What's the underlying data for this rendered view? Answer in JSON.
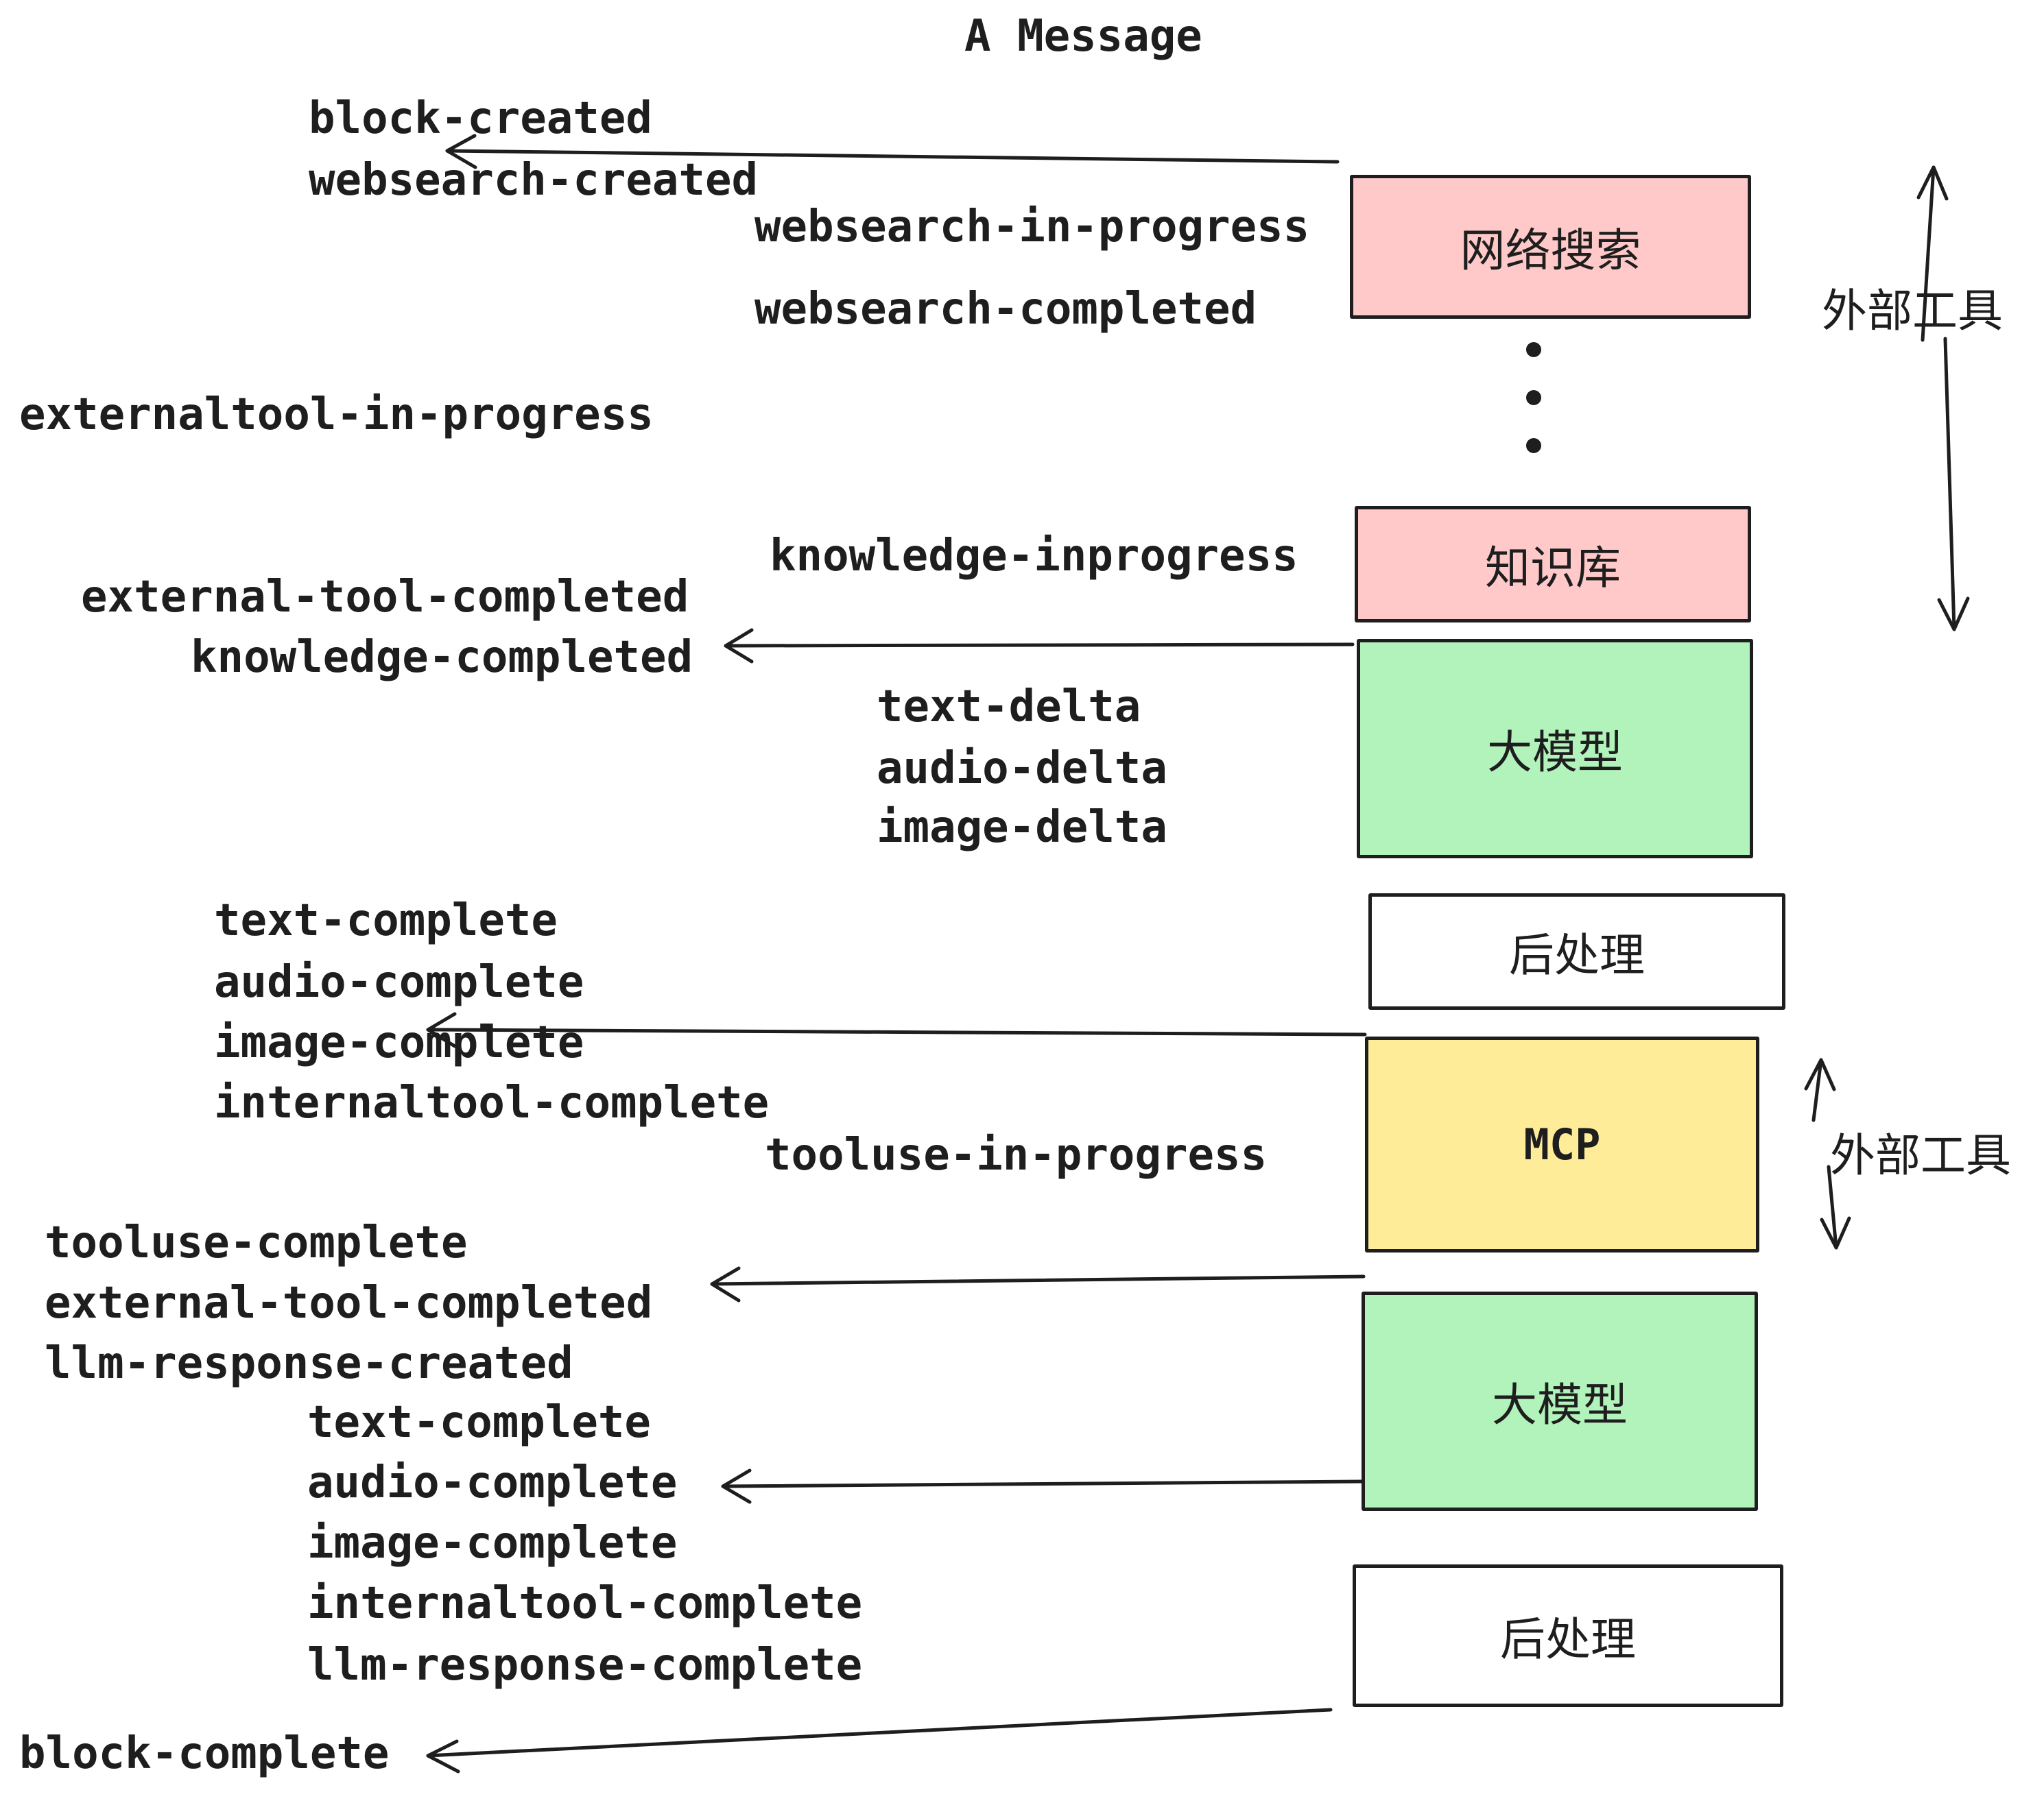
{
  "title": "A Message",
  "event_labels": {
    "block_created": "block-created",
    "websearch_created": "websearch-created",
    "websearch_in_progress": "websearch-in-progress",
    "websearch_completed": "websearch-completed",
    "externaltool_in_progress": "externaltool-in-progress",
    "knowledge_inprogress": "knowledge-inprogress",
    "external_tool_completed_1": "external-tool-completed",
    "knowledge_completed": "knowledge-completed",
    "text_delta_1": "text-delta",
    "audio_delta_1": "audio-delta",
    "image_delta_1": "image-delta",
    "text_complete_1": "text-complete",
    "audio_complete_1": "audio-complete",
    "image_complete_1": "image-complete",
    "internaltool_complete_1": "internaltool-complete",
    "tooluse_in_progress": "tooluse-in-progress",
    "tooluse_complete": "tooluse-complete",
    "external_tool_completed_2": "external-tool-completed",
    "llm_response_created": "llm-response-created",
    "text_complete_2": "text-complete",
    "audio_complete_2": "audio-complete",
    "image_complete_2": "image-complete",
    "internaltool_complete_2": "internaltool-complete",
    "llm_response_complete": "llm-response-complete",
    "block_complete": "block-complete"
  },
  "nodes": {
    "web_search": "网络搜索",
    "knowledge_base": "知识库",
    "llm_1": "大模型",
    "post_process_1": "后处理",
    "mcp": "MCP",
    "llm_2": "大模型",
    "post_process_2": "后处理"
  },
  "side_labels": {
    "external_tools_top": "外部工具",
    "external_tools_mid": "外部工具"
  },
  "colors": {
    "pink": "#ffc9c9",
    "green": "#b2f2bb",
    "yellow": "#ffec99",
    "stroke": "#1e1e1e",
    "background": "#ffffff"
  }
}
